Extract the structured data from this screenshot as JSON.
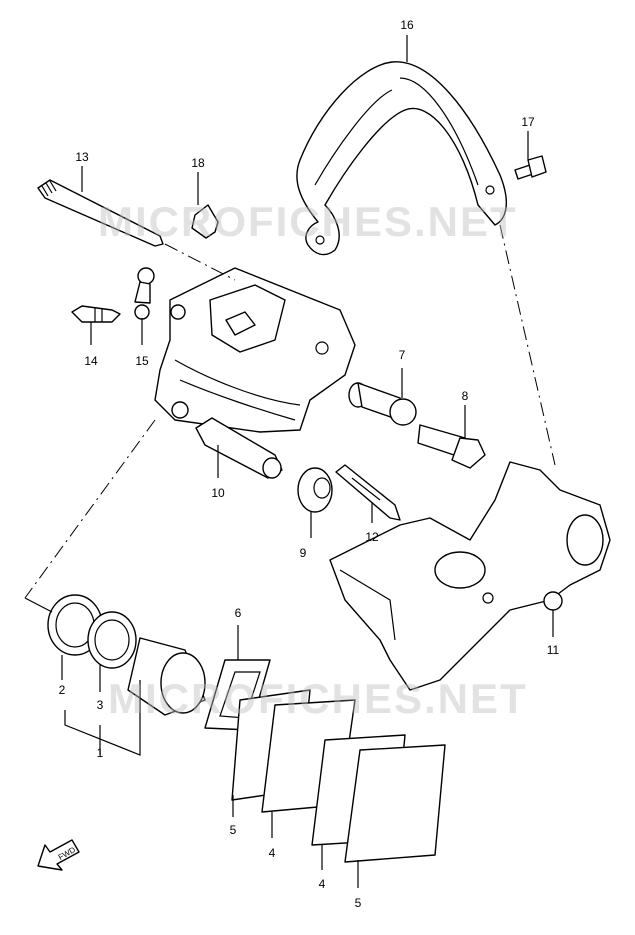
{
  "watermark": "MICROFICHES.NET",
  "direction_badge": "FWD",
  "callouts": {
    "c1": "1",
    "c2": "2",
    "c3": "3",
    "c4a": "4",
    "c4b": "4",
    "c5a": "5",
    "c5b": "5",
    "c6": "6",
    "c7": "7",
    "c8": "8",
    "c9": "9",
    "c10": "10",
    "c11": "11",
    "c12": "12",
    "c13": "13",
    "c14": "14",
    "c15": "15",
    "c16": "16",
    "c17": "17",
    "c18": "18"
  }
}
